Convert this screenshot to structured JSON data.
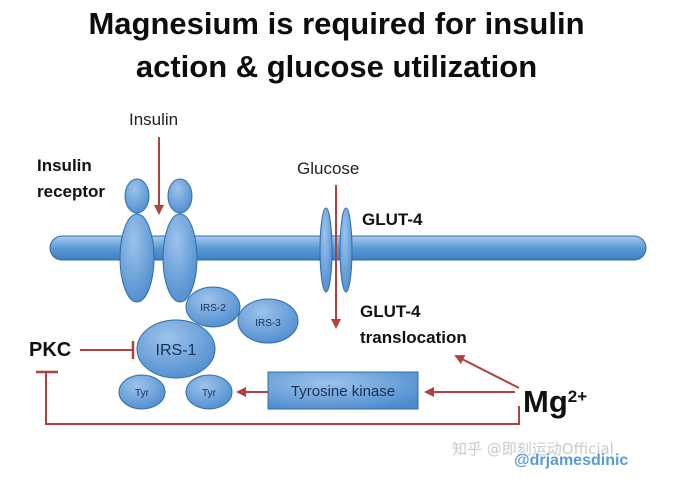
{
  "title": {
    "line1": "Magnesium is required for insulin",
    "line2": "action & glucose utilization"
  },
  "labels": {
    "insulin": "Insulin",
    "insulin_receptor_line1": "Insulin",
    "insulin_receptor_line2": "receptor",
    "glucose": "Glucose",
    "glut4": "GLUT-4",
    "glut4_translocation_line1": "GLUT-4",
    "glut4_translocation_line2": "translocation",
    "pkc": "PKC",
    "irs1": "IRS-1",
    "irs2": "IRS-2",
    "irs3": "IRS-3",
    "tyr_left": "Tyr",
    "tyr_right": "Tyr",
    "tyrosine_kinase": "Tyrosine kinase",
    "mg_base": "Mg",
    "mg_superscript": "2+"
  },
  "watermark": "知乎 @即刻运动Official",
  "credit": "@drjamesdinic",
  "colors": {
    "membrane": "#5b9bd5",
    "membrane_dark": "#2f6ea8",
    "arrow_red": "#b0413e",
    "credit_blue": "#5b9bd5"
  }
}
